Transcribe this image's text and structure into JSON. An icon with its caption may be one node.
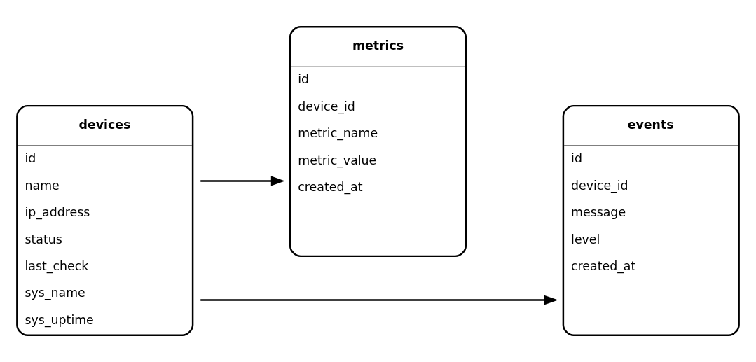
{
  "diagram": {
    "nodes": [
      {
        "text": [
          "devices",
          "id",
          "name",
          "ip_address",
          "status",
          "last_check",
          "sys_name",
          "sys_uptime"
        ]
      },
      {
        "text": [
          "metrics",
          "id",
          "device_id",
          "metric_name",
          "metric_value",
          "created_at"
        ]
      },
      {
        "text": [
          "events",
          "id",
          "device_id",
          "message",
          "level",
          "created_at"
        ]
      }
    ],
    "edges": [
      {
        "from": 0,
        "to": 1,
        "arrow": "to"
      },
      {
        "from": 0,
        "to": 2,
        "arrow": "to"
      }
    ]
  }
}
